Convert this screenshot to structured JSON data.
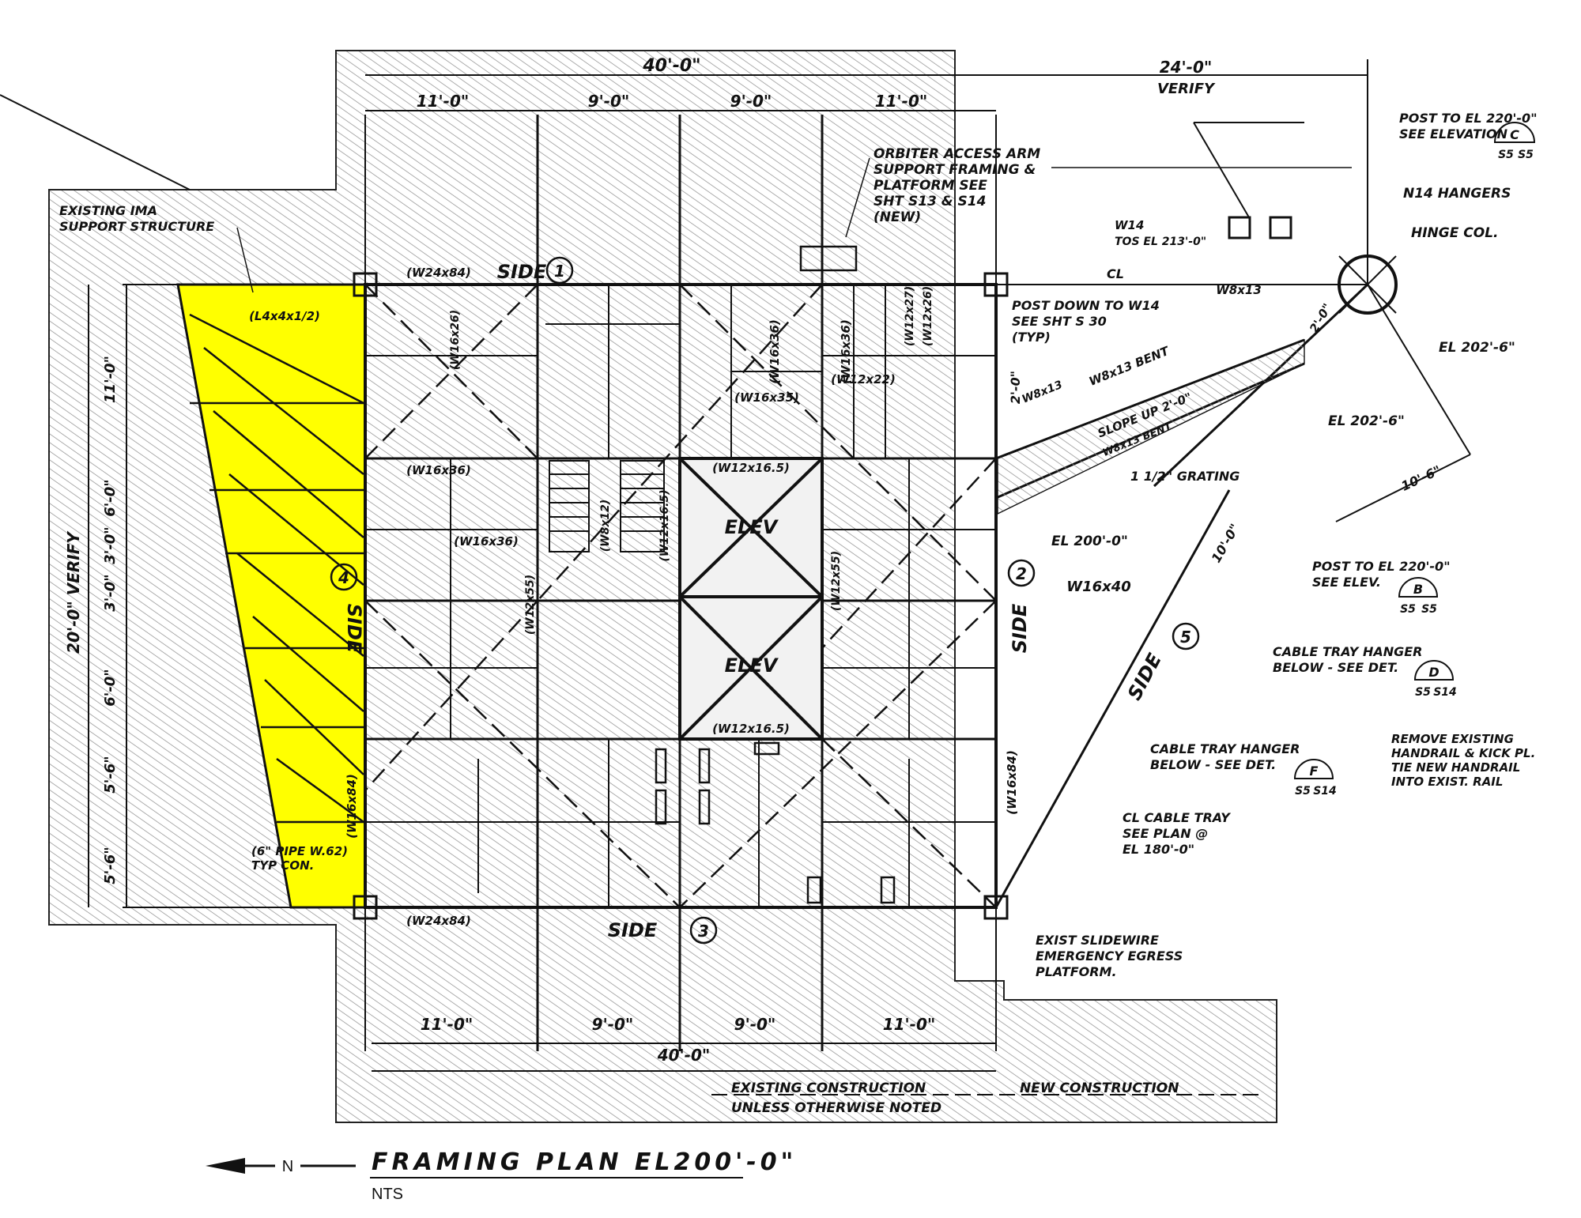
{
  "title": "FRAMING PLAN EL200'-0\"",
  "scale_note": "NTS",
  "north_arrow": {
    "icon": "north-arrow-icon",
    "label": "N"
  },
  "colors": {
    "highlight": "#ffff00",
    "hatch": "#7a7a7a",
    "ink": "#111111"
  },
  "dims": {
    "top_overall": "40'-0\"",
    "top_spans": [
      "11'-0\"",
      "9'-0\"",
      "9'-0\"",
      "11'-0\""
    ],
    "bottom_overall": "40'-0\"",
    "bottom_spans": [
      "11'-0\"",
      "9'-0\"",
      "9'-0\"",
      "11'-0\""
    ],
    "right_top": "24'-0\"",
    "right_top_verify": "VERIFY",
    "left_overall": "20'-0\" VERIFY",
    "left_spans": [
      "11'-0\"",
      "6'-0\"",
      "3'-0\"",
      "3'-0\"",
      "6'-0\"",
      "5'-6\"",
      "5'-6\""
    ],
    "dim_2_0": "2'-0\"",
    "dim_10_0": "10'-0\"",
    "dim_2_0b": "2'-0\"",
    "dim_10_6": "10'-6\""
  },
  "sides": {
    "side1": "SIDE",
    "side1_num": "1",
    "side2": "SIDE",
    "side2_num": "2",
    "side3": "SIDE",
    "side3_num": "3",
    "side4": "SIDE",
    "side4_num": "4",
    "side5": "SIDE",
    "side5_num": "5"
  },
  "members": {
    "w24_top": "(W24x84)",
    "w24_bot": "(W24x84)",
    "w16_right": "(W16x84)",
    "w16_left": "(W16x84)",
    "w16_36": "(W16x36)",
    "w16_36b": "(W16x36)",
    "w16_36c": "(W16x36)",
    "w16_36d": "(W16x36)",
    "w16_35": "(W16x35)",
    "w16_26": "(W16x26)",
    "w12_22": "(W12x22)",
    "w12_27": "(W12x27)",
    "w12_26": "(W12x26)",
    "w12_16_top": "(W12x16.5)",
    "w12_16_bot": "(W12x16.5)",
    "w12_16_side": "(W12x16.5)",
    "w12_55": "(W12x55)",
    "w12_55b": "(W12x55)",
    "w8_12": "(W8x12)",
    "l4": "(L4x4x1/2)",
    "w16_40": "W16x40",
    "w8_13": "W8x13",
    "w8_13b": "W8x13",
    "w8_13_bent": "W8x13 BENT",
    "w8_13_bent2": "W8x13 BENT",
    "slope": "SLOPE UP 2'-0\""
  },
  "elev": [
    "ELEV",
    "ELEV"
  ],
  "notes": {
    "existing_ima": [
      "EXISTING IMA",
      "SUPPORT STRUCTURE"
    ],
    "orbiter": [
      "ORBITER ACCESS ARM",
      "SUPPORT FRAMING &",
      "PLATFORM SEE",
      "SHT S13 & S14",
      "(NEW)"
    ],
    "post_el220_c": [
      "POST TO EL 220'-0\"",
      "SEE ELEVATION"
    ],
    "n14_hangers": "N14 HANGERS",
    "hinge_col": "HINGE COL.",
    "w14_tos": [
      "W14",
      "TOS EL 213'-0\""
    ],
    "cl": "CL",
    "post_down": [
      "POST DOWN TO W14",
      "SEE SHT S 30",
      "(TYP)"
    ],
    "el202_a": "EL 202'-6\"",
    "el202_b": "EL 202'-6\"",
    "grating": "1 1/2\" GRATING",
    "el200": "EL 200'-0\"",
    "post_el220_b": [
      "POST TO EL 220'-0\"",
      "SEE ELEV."
    ],
    "cable_tray_d": [
      "CABLE TRAY HANGER",
      "BELOW - SEE DET."
    ],
    "remove_handrail": [
      "REMOVE EXISTING",
      "HANDRAIL & KICK PL.",
      "TIE NEW HANDRAIL",
      "INTO EXIST. RAIL"
    ],
    "cable_tray_f": [
      "CABLE TRAY HANGER",
      "BELOW - SEE DET."
    ],
    "cable_tray_plan": [
      "CL CABLE TRAY",
      "SEE PLAN @",
      "EL 180'-0\""
    ],
    "pipe": [
      "(6\" PIPE W.62)",
      "TYP CON."
    ],
    "slidewire": [
      "EXIST SLIDEWIRE",
      "EMERGENCY EGRESS",
      "PLATFORM."
    ],
    "existing_const": [
      "EXISTING CONSTRUCTION",
      "UNLESS OTHERWISE NOTED"
    ],
    "new_const": "NEW CONSTRUCTION"
  },
  "details": {
    "C": {
      "letter": "C",
      "sheet_a": "S5",
      "sheet_b": "S5"
    },
    "B": {
      "letter": "B",
      "sheet_a": "S5",
      "sheet_b": "S5"
    },
    "D": {
      "letter": "D",
      "sheet_a": "S5",
      "sheet_b": "S14"
    },
    "F": {
      "letter": "F",
      "sheet_a": "S5",
      "sheet_b": "S14"
    }
  }
}
